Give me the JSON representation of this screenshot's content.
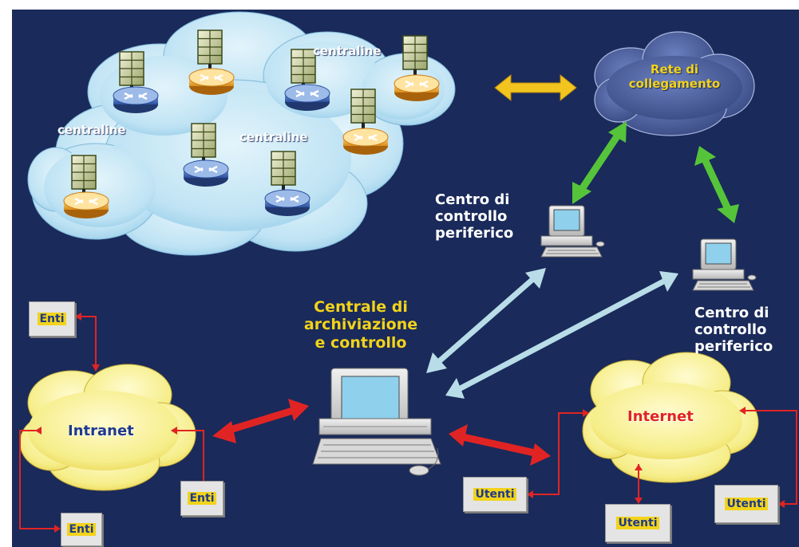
{
  "labels": {
    "centraline_top": "centraline",
    "centraline_left": "centraline",
    "centraline_mid": "centraline",
    "rete_line1": "Rete di",
    "rete_line2": "collegamento",
    "centro1_line1": "Centro di",
    "centro1_line2": "controllo",
    "centro1_line3": "periferico",
    "centro2_line1": "Centro di",
    "centro2_line2": "controllo",
    "centro2_line3": "periferico",
    "centrale_line1": "Centrale di",
    "centrale_line2": "archiviazione",
    "centrale_line3": "e controllo",
    "intranet": "Intranet",
    "internet": "Internet"
  },
  "boxes": {
    "enti_1": "Enti",
    "enti_2": "Enti",
    "enti_3": "Enti",
    "utenti_1": "Utenti",
    "utenti_2": "Utenti",
    "utenti_3": "Utenti"
  },
  "colors": {
    "background": "#1a2a5a",
    "sky_cloud": "#bfe3f4",
    "network_cloud": "#4b5f9c",
    "yellow_cloud": "#f6f09a",
    "arrow_red": "#e02424",
    "arrow_green": "#56c43a",
    "arrow_yellow": "#f2c420",
    "arrow_lightblue": "#b8dde8",
    "label_gold": "#f2d31a"
  },
  "icons": [
    "router-icon",
    "solar-panel-icon",
    "computer-icon",
    "double-arrow-icon"
  ]
}
